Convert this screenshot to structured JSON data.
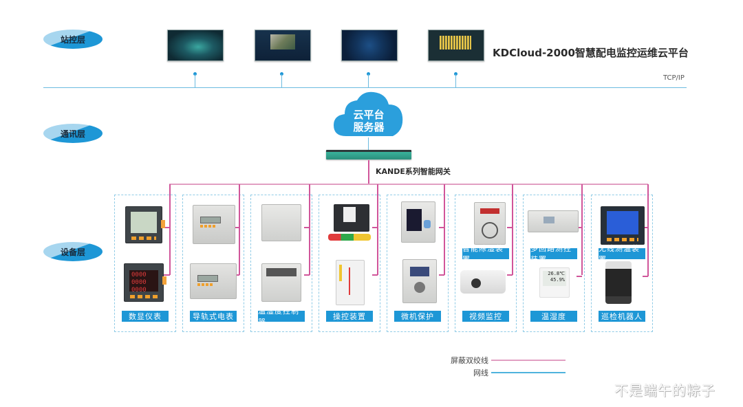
{
  "layers": {
    "station": "站控层",
    "communication": "通讯层",
    "device": "设备层"
  },
  "platform_title": "KDCloud-2000智慧配电监控运维云平台",
  "protocol_label": "TCP/IP",
  "cloud": {
    "line1": "云平台",
    "line2": "服务器"
  },
  "gateway_label": "KANDE系列智能网关",
  "station_screens": [
    {
      "icon": "substation-3d-dashboard"
    },
    {
      "icon": "map-dashboard"
    },
    {
      "icon": "globe-dashboard"
    },
    {
      "icon": "bar-chart-dashboard"
    }
  ],
  "device_groups": [
    {
      "label": "数显仪表",
      "devices": [
        "lcd-panel-meter",
        "led-panel-meter"
      ]
    },
    {
      "label": "导轨式电表",
      "devices": [
        "din-rail-meter-single",
        "din-rail-meter-three"
      ]
    },
    {
      "label": "温湿度控制器",
      "devices": [
        "humidity-controller",
        "humidity-controller-display"
      ]
    },
    {
      "label": "操控装置",
      "devices": [
        "switchgear-operator",
        "switchgear-diagram-panel"
      ]
    },
    {
      "label": "微机保护",
      "devices": [
        "protection-relay-color",
        "protection-relay-lcd"
      ]
    },
    {
      "label": "视频监控",
      "sub_label": "智能除湿装置",
      "devices": [
        "dehumidifier",
        "bullet-camera"
      ]
    },
    {
      "label": "温湿度",
      "sub_label": "多回路测控装置",
      "devices": [
        "multi-circuit-controller",
        "temp-humidity-sensor"
      ]
    },
    {
      "label": "巡检机器人",
      "sub_label": "无线测温装置",
      "devices": [
        "wireless-temp-meter",
        "inspection-robot"
      ]
    }
  ],
  "humidity_display": {
    "temp": "26.8",
    "temp_unit": "℃",
    "humidity": "45.9",
    "humidity_unit": "%"
  },
  "legend": [
    {
      "label": "屏蔽双绞线",
      "color": "#e19fc2"
    },
    {
      "label": "网线",
      "color": "#4eb3dd"
    }
  ],
  "watermark": "不是端午的粽子",
  "colors": {
    "accent_blue": "#1e97d6",
    "network_line": "#6bbbe0",
    "shielded_pair": "#d0559a"
  }
}
